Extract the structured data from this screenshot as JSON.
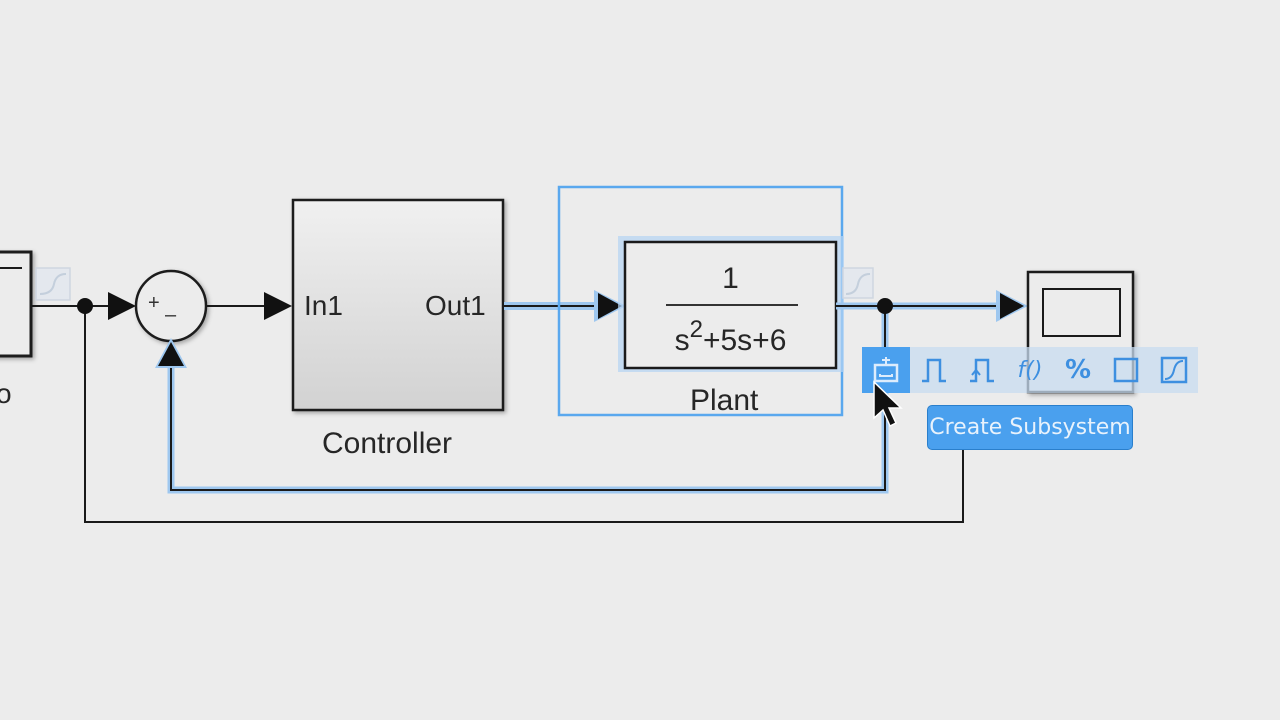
{
  "model": {
    "blocks": {
      "source": {
        "label": "o"
      },
      "sum": {
        "plus_sign": "+",
        "minus_sign": "–"
      },
      "controller": {
        "label": "Controller",
        "in_port": "In1",
        "out_port": "Out1"
      },
      "plant": {
        "label": "Plant",
        "numerator": "1",
        "denominator_s": "s",
        "denominator_exp": "2",
        "denominator_rest": "+5s+6"
      },
      "scope": {
        "label": ""
      }
    }
  },
  "quick_actions": {
    "items": [
      {
        "name": "create-subsystem",
        "glyph": "⊡",
        "active": true
      },
      {
        "name": "pulse-generator",
        "glyph": "⎍"
      },
      {
        "name": "triggered-subsystem",
        "glyph": "⎍"
      },
      {
        "name": "function",
        "glyph": "f()"
      },
      {
        "name": "percent",
        "glyph": "%"
      },
      {
        "name": "area",
        "glyph": "□"
      },
      {
        "name": "signal-display",
        "glyph": "∫"
      }
    ],
    "tooltip": "Create Subsystem"
  },
  "colors": {
    "canvas_bg": "#ececec",
    "selection": "#5aa8ee",
    "accent": "#4aa0ee",
    "line": "#1a1a1a"
  }
}
